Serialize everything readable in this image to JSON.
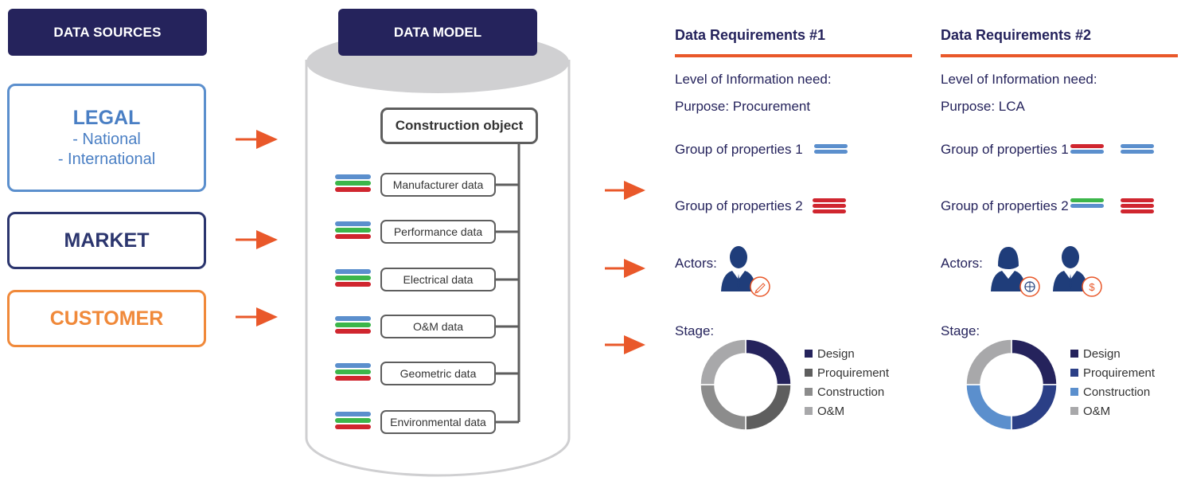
{
  "data_sources": {
    "header": "DATA SOURCES",
    "legal": {
      "title": "LEGAL",
      "lines": [
        "- National",
        "- International"
      ]
    },
    "market": {
      "title": "MARKET"
    },
    "customer": {
      "title": "CUSTOMER"
    }
  },
  "data_model": {
    "header": "DATA MODEL",
    "object_label": "Construction object",
    "items": [
      {
        "label": "Manufacturer data"
      },
      {
        "label": "Performance data"
      },
      {
        "label": "Electrical data"
      },
      {
        "label": "O&M data"
      },
      {
        "label": "Geometric data"
      },
      {
        "label": "Environmental data"
      }
    ]
  },
  "requirements": [
    {
      "title": "Data Requirements #1",
      "level_label": "Level of Information need:",
      "purpose": "Purpose: Procurement",
      "group1_label": "Group of properties 1",
      "group2_label": "Group of properties 2",
      "actors_label": "Actors:",
      "stage_label": "Stage:",
      "legend": [
        "Design",
        "Proquirement",
        "Construction",
        "O&M"
      ]
    },
    {
      "title": "Data Requirements #2",
      "level_label": "Level of Information need:",
      "purpose": "Purpose: LCA",
      "group1_label": "Group of properties 1",
      "group2_label": "Group of properties 2",
      "actors_label": "Actors:",
      "stage_label": "Stage:",
      "legend": [
        "Design",
        "Proquirement",
        "Construction",
        "O&M"
      ]
    }
  ],
  "colors": {
    "navy": "#25235c",
    "orange_arrow": "#e9582a",
    "blue": "#5b8fcd",
    "green": "#3cb64a",
    "red": "#d0262f",
    "legal_border": "#5b8fcd",
    "market_border": "#2b356e",
    "customer_border": "#f0893a"
  }
}
